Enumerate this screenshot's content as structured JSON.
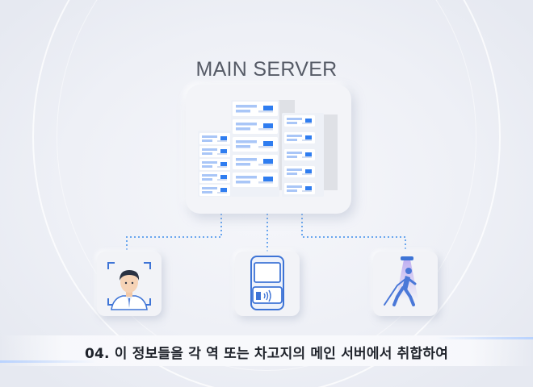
{
  "diagram": {
    "title": "MAIN SERVER",
    "nodes": [
      {
        "id": "face-recognition",
        "icon": "face-scan-icon"
      },
      {
        "id": "transit-card-reader",
        "icon": "card-reader-icon"
      },
      {
        "id": "pedestrian-sensor",
        "icon": "pedestrian-light-icon"
      }
    ],
    "edges": [
      {
        "from": "face-recognition",
        "to": "main-server",
        "style": "dotted"
      },
      {
        "from": "transit-card-reader",
        "to": "main-server",
        "style": "dotted"
      },
      {
        "from": "pedestrian-sensor",
        "to": "main-server",
        "style": "dotted"
      }
    ]
  },
  "caption": "04. 이 정보들을 각 역 또는 차고지의 메인 서버에서 취합하여",
  "colors": {
    "accent_blue": "#4a90f0",
    "light_blue": "#a9c6f7",
    "connector": "#6aa6ee",
    "background": "#eceef4"
  }
}
